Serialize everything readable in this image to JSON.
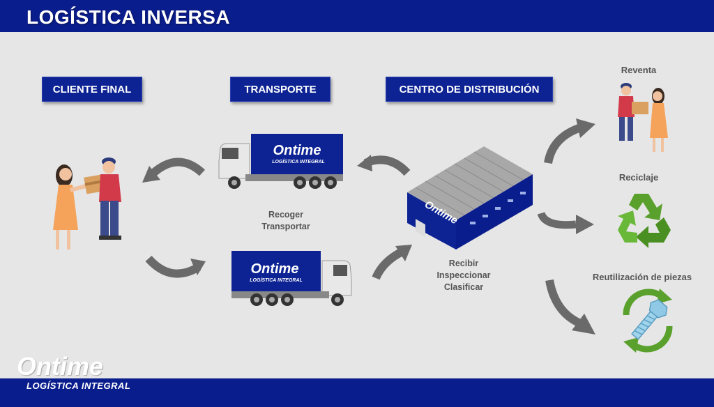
{
  "header": {
    "title": "LOGÍSTICA INVERSA"
  },
  "sections": {
    "cliente": "CLIENTE FINAL",
    "transporte": "TRANSPORTE",
    "centro": "CENTRO DE DISTRIBUCIÓN"
  },
  "captions": {
    "transporte": [
      "Recoger",
      "Transportar"
    ],
    "centro": [
      "Recibir",
      "Inspeccionar",
      "Clasificar"
    ]
  },
  "outcomes": {
    "reventa": "Reventa",
    "reciclaje": "Reciclaje",
    "reutilizacion": "Reutilización de piezas"
  },
  "truck": {
    "brand": "Ontime",
    "tagline": "LOGÍSTICA INTEGRAL"
  },
  "footer_logo": {
    "brand": "Ontime",
    "tagline": "LOGÍSTICA INTEGRAL"
  },
  "colors": {
    "navy": "#0a1d8c",
    "arrow": "#6a6a6a",
    "recycle": "#5aa02c"
  }
}
